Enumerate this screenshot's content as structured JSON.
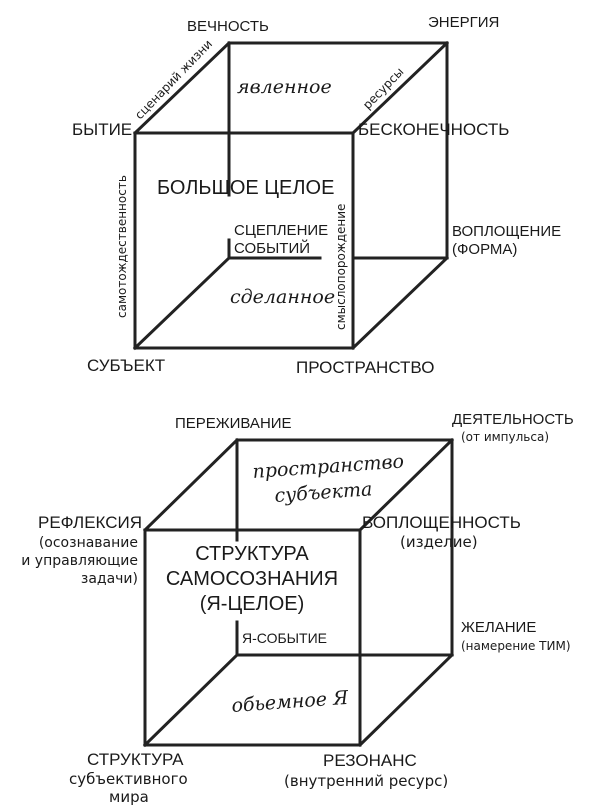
{
  "cube1": {
    "corners": {
      "back_top_left": "ВЕЧНОСТЬ",
      "back_top_right": "ЭНЕРГИЯ",
      "front_top_left": "БЫТИЕ",
      "front_top_right": "БЕСКОНЕЧНОСТЬ",
      "back_bottom_right_1": "ВОПЛОЩЕНИЕ",
      "back_bottom_right_2": "(ФОРМА)",
      "front_bottom_left": "СУБЪЕКТ",
      "front_bottom_right": "ПРОСТРАНСТВО"
    },
    "edges": {
      "top_left": "сценарий жизни",
      "top_right": "ресурсы",
      "front_left": "самотождественность",
      "front_right": "смыслопорождение"
    },
    "faces": {
      "top": "явленное",
      "bottom": "сделанное",
      "front_title": "БОЛЬШОЕ ЦЕЛОЕ",
      "inner_1": "СЦЕПЛЕНИЕ",
      "inner_2": "СОБЫТИЙ"
    }
  },
  "cube2": {
    "corners": {
      "back_top_left": "ПЕРЕЖИВАНИЕ",
      "back_top_right_1": "ДЕЯТЕЛЬНОСТЬ",
      "back_top_right_2": "(от импульса)",
      "front_top_left_1": "РЕФЛЕКСИЯ",
      "front_top_left_2": "(осознавание",
      "front_top_left_3": "и управляющие",
      "front_top_left_4": "задачи)",
      "front_top_right_1": "ВОПЛОЩЕННОСТЬ",
      "front_top_right_2": "(изделие)",
      "back_bottom_right_1": "ЖЕЛАНИЕ",
      "back_bottom_right_2": "(намерение ТИМ)",
      "front_bottom_left_1": "СТРУКТУРА",
      "front_bottom_left_2": "субъективного",
      "front_bottom_left_3": "мира",
      "front_bottom_right_1": "РЕЗОНАНС",
      "front_bottom_right_2": "(внутренний ресурс)"
    },
    "faces": {
      "top_1": "пространство",
      "top_2": "субъекта",
      "bottom": "обьемное Я",
      "front_title_1": "СТРУКТУРА",
      "front_title_2": "САМОСОЗНАНИЯ",
      "front_title_3": "(Я-ЦЕЛОЕ)",
      "inner": "Я-СОБЫТИЕ"
    }
  }
}
